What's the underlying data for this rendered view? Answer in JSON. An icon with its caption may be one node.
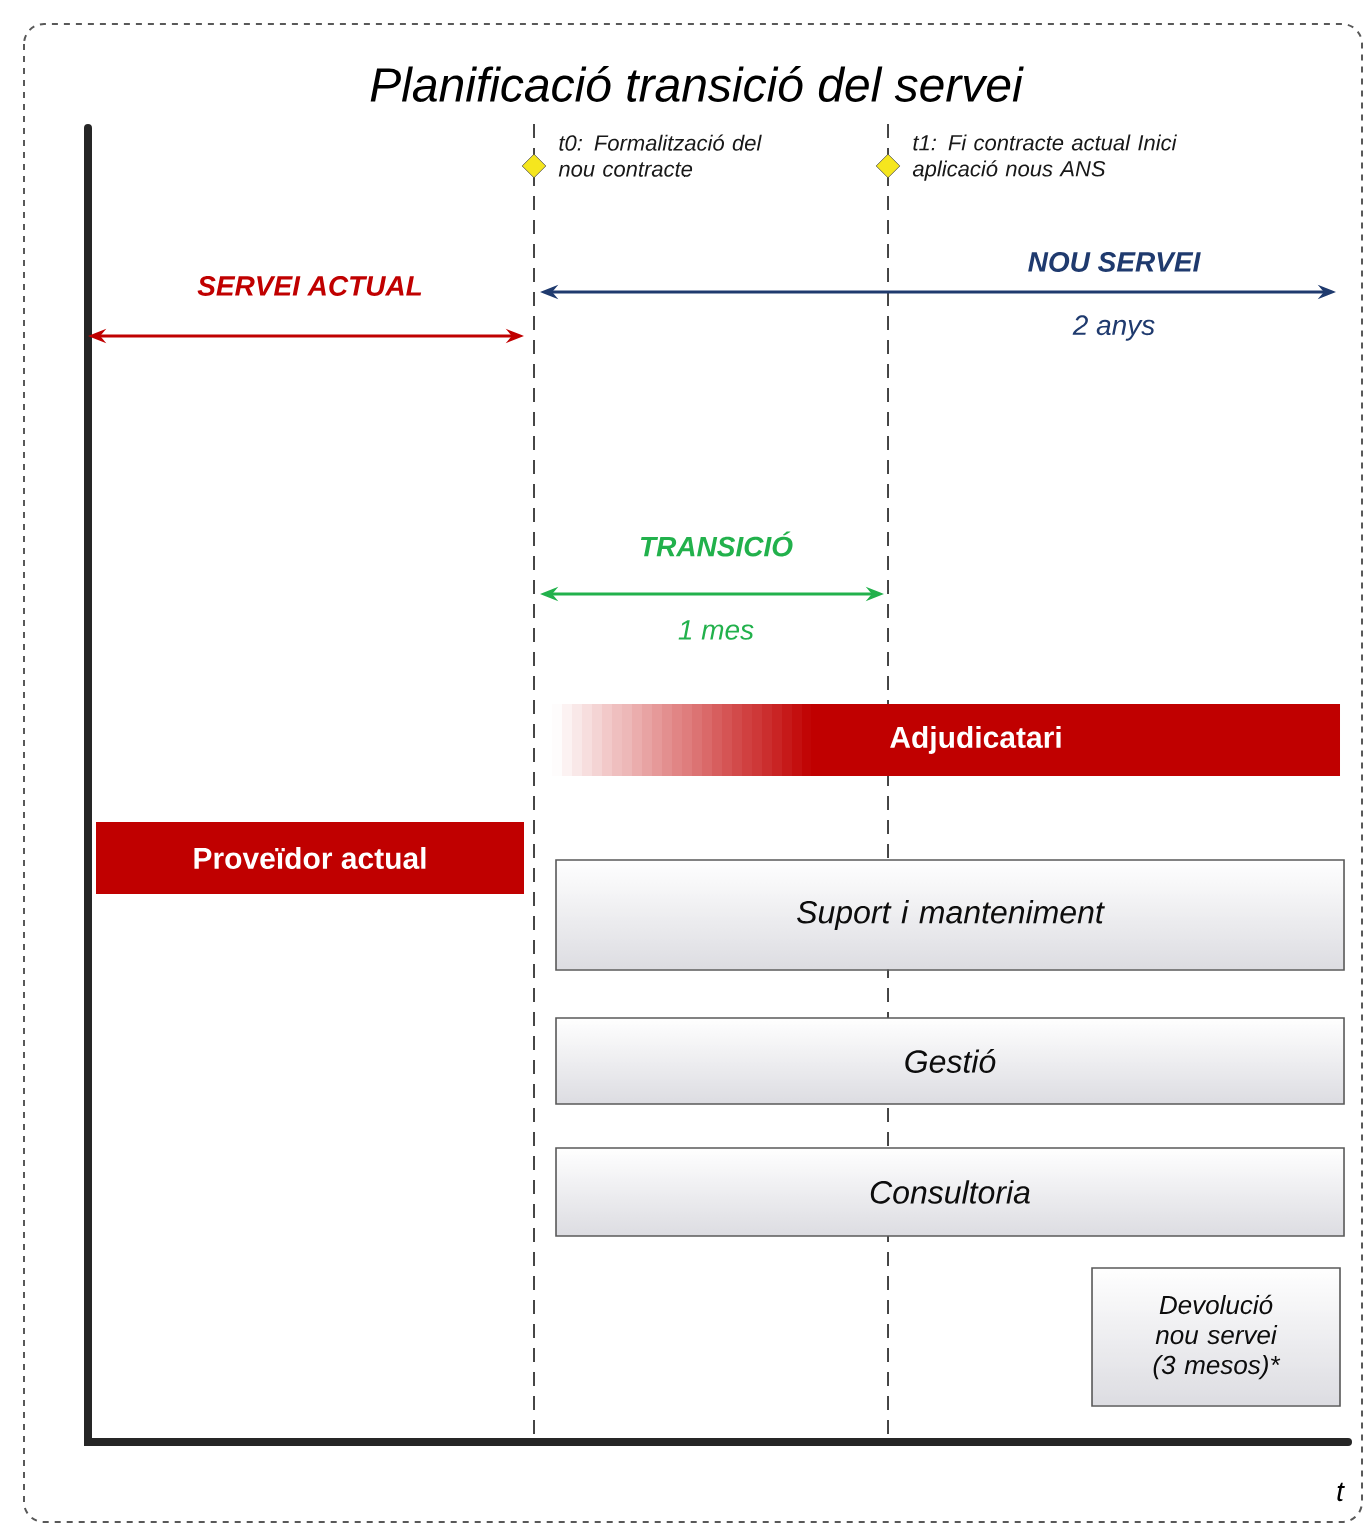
{
  "diagram": {
    "title": "Planificació transició del servei",
    "nodes": [
      {
        "text": [],
        "shape": "diamond",
        "beside": [
          "t0: Formalització del nou contracte"
        ]
      },
      {
        "text": [],
        "shape": "diamond",
        "beside": [
          "t1: Fi contracte actual Inici aplicació nous ANS"
        ]
      },
      {
        "text": [
          "Adjudicatari"
        ]
      },
      {
        "text": [
          "Proveïdor actual"
        ]
      },
      {
        "text": [
          "Suport i manteniment"
        ]
      },
      {
        "text": [
          "Gestió"
        ]
      },
      {
        "text": [
          "Consultoria"
        ]
      },
      {
        "text": [
          "Devolució nou servei (3 mesos)*"
        ]
      }
    ],
    "labels": [
      "SERVEI ACTUAL",
      "NOU SERVEI",
      "2 anys",
      "TRANSICIÓ",
      "1 mes",
      "t"
    ]
  }
}
